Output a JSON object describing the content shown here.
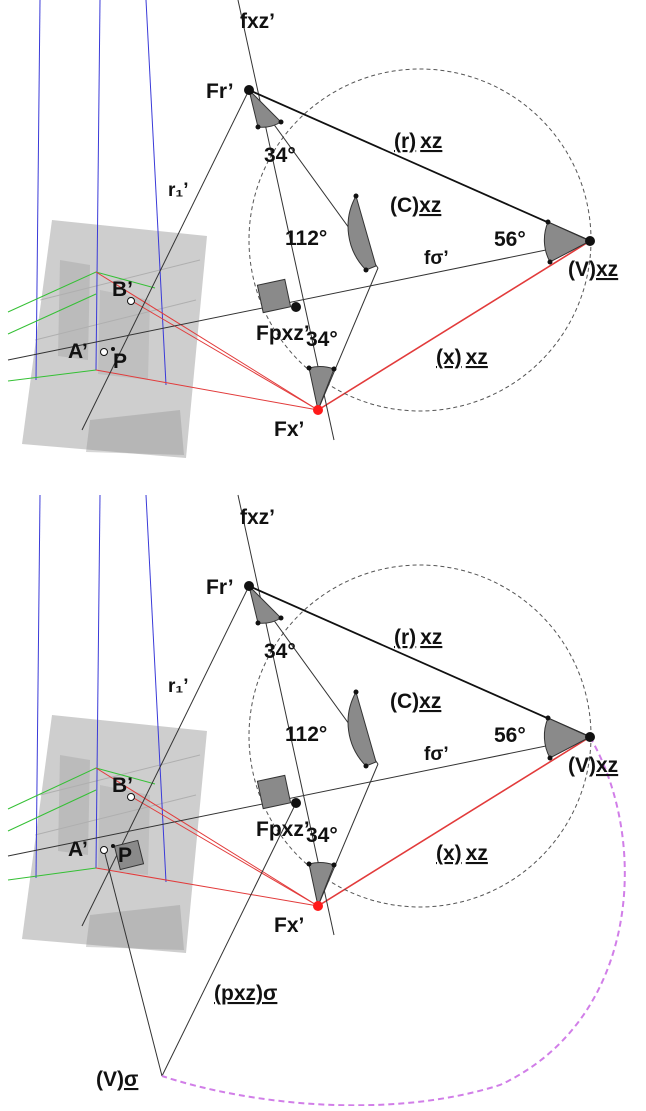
{
  "panels": [
    {
      "labels": {
        "fxz": "fxz’",
        "fr": "Fr’",
        "r1": "r₁’",
        "angle_top": "34°",
        "r_prefix": "(r)",
        "r_suffix": "xz",
        "c_prefix": "(C)",
        "c_suffix": "xz",
        "angle_c": "112°",
        "angle_v": "56°",
        "v_prefix": "(V)",
        "v_suffix": "xz",
        "fsigma": "fσ’",
        "b": "B’",
        "fpxz": "Fpxz’",
        "angle_bottom": "34°",
        "a": "A’",
        "p": "P",
        "x_prefix": "(x)",
        "x_suffix": "xz",
        "fx": "Fx’"
      }
    },
    {
      "labels": {
        "fxz": "fxz’",
        "fr": "Fr’",
        "r1": "r₁’",
        "angle_top": "34°",
        "r_prefix": "(r)",
        "r_suffix": "xz",
        "c_prefix": "(C)",
        "c_suffix": "xz",
        "angle_c": "112°",
        "angle_v": "56°",
        "v_prefix": "(V)",
        "v_suffix": "xz",
        "fsigma": "fσ’",
        "b": "B’",
        "fpxz": "Fpxz’",
        "angle_bottom": "34°",
        "a": "A’",
        "p": "P",
        "x_prefix": "(x)",
        "x_suffix": "xz",
        "fx": "Fx’",
        "pxz_sigma_prefix": "(pxz)",
        "pxz_sigma_suffix": "σ",
        "v_sigma_prefix": "(V)",
        "v_sigma_suffix": "σ"
      }
    }
  ],
  "colors": {
    "photo_gray": "#c8c8c8",
    "angle_fill": "#8a8a8a",
    "vertical_lines": "#3a3ad8",
    "green_lines": "#35c035",
    "red_lines": "#e23b3b",
    "arc_magenta": "#d17ee8",
    "fx_point": "#ff1a1a"
  }
}
